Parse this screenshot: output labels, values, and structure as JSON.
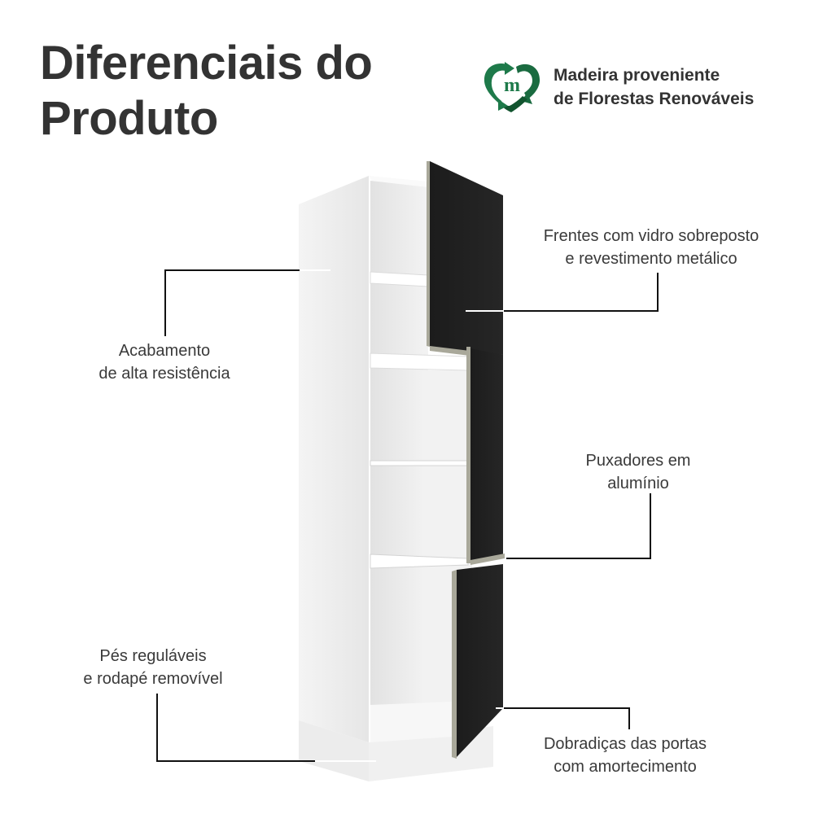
{
  "title": {
    "line1": "Diferenciais do",
    "line2": "Produto"
  },
  "badge": {
    "icon": "recycle-heart-m-icon",
    "line1": "Madeira proveniente",
    "line2": "de Florestas Renováveis",
    "color": "#1e7a4a"
  },
  "product": {
    "name": "cabinet-tower",
    "body_color": "#f2f2f2",
    "door_color": "#222222",
    "handle_color": "#a9a89a"
  },
  "features": [
    {
      "id": "acabamento",
      "line1": "Acabamento",
      "line2": "de alta resistência"
    },
    {
      "id": "frentes",
      "line1": "Frentes com vidro sobreposto",
      "line2": "e revestimento metálico"
    },
    {
      "id": "puxadores",
      "line1": "Puxadores em",
      "line2": "alumínio"
    },
    {
      "id": "pes",
      "line1": "Pés reguláveis",
      "line2": "e rodapé removível"
    },
    {
      "id": "dobradicas",
      "line1": "Dobradiças das portas",
      "line2": "com amortecimento"
    }
  ]
}
